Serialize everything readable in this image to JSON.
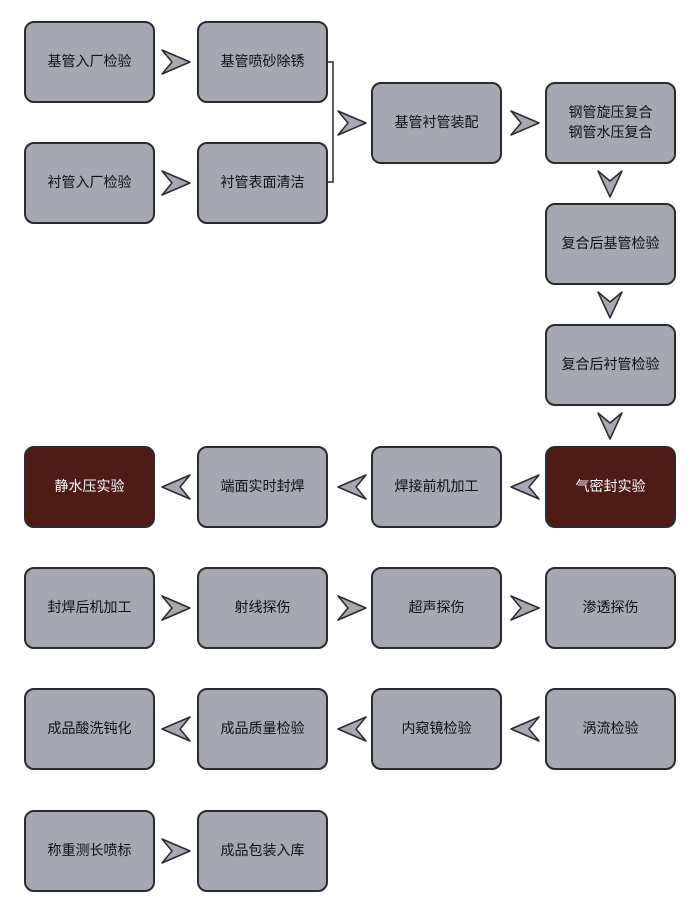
{
  "colors": {
    "node_fill": "#a5a7b1",
    "node_border": "#2c2c2c",
    "highlight_fill": "#4e1b17",
    "arrow_fill": "#a5a7b1"
  },
  "nodes": {
    "base_pipe_inspection": "基管入厂检验",
    "base_pipe_sandblast": "基管喷砂除锈",
    "liner_pipe_inspection": "衬管入厂检验",
    "liner_surface_clean": "衬管表面清洁",
    "assembly": "基管衬管装配",
    "composite": "钢管旋压复合\n钢管水压复合",
    "base_pipe_check_after": "复合后基管检验",
    "liner_pipe_check_after": "复合后衬管检验",
    "air_tight_test": "气密封实验",
    "pre_weld_machining": "焊接前机加工",
    "end_seal_weld": "端面实时封焊",
    "hydrostatic_test": "静水压实验",
    "post_weld_machining": "封焊后机加工",
    "radiographic_test": "射线探伤",
    "ultrasonic_test": "超声探伤",
    "penetrant_test": "渗透探伤",
    "eddy_current_test": "涡流检验",
    "endoscope_test": "内窥镜检验",
    "quality_check": "成品质量检验",
    "pickling_passivation": "成品酸洗钝化",
    "weigh_measure_spray": "称重测长喷标",
    "pack_store": "成品包装入库"
  }
}
